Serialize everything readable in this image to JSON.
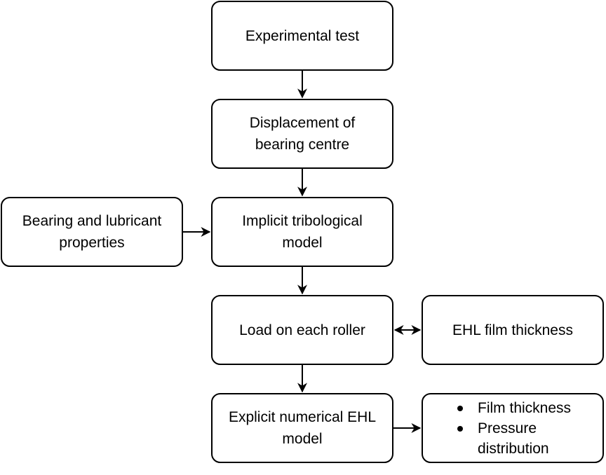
{
  "nodes": {
    "experimental_test": "Experimental test",
    "displacement": "Displacement of\nbearing centre",
    "bearing_props": "Bearing and lubricant\nproperties",
    "implicit_model": "Implicit tribological\nmodel",
    "load_roller": "Load on each roller",
    "ehl_film": "EHL film thickness",
    "explicit_model": "Explicit numerical EHL\nmodel"
  },
  "outputs": [
    "Film thickness",
    "Pressure\ndistribution"
  ]
}
